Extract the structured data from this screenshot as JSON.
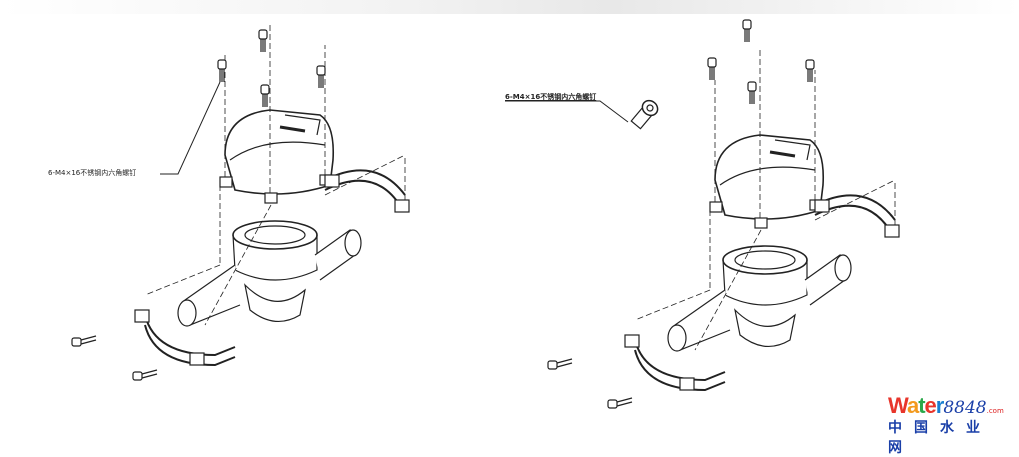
{
  "labels": {
    "left_callout": "6-M4×16不锈钢内六角螺钉",
    "right_callout": "6-M4×16不锈钢内六角螺钉"
  },
  "watermark": {
    "brand_colored": [
      "W",
      "a",
      "t",
      "e",
      "r"
    ],
    "brand_colors": [
      "#e8352b",
      "#f39a1e",
      "#2aa84a",
      "#e8352b",
      "#1a7fd0"
    ],
    "number": "8848",
    "domain": ".com",
    "chinese": "中国水业网"
  }
}
